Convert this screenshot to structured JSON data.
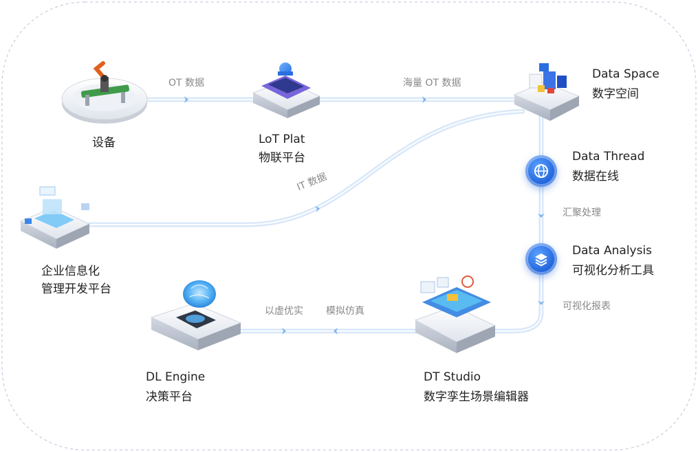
{
  "nodes": {
    "device": {
      "label": "设备",
      "icon": "robot-arm-platform-icon"
    },
    "lot": {
      "title": "LoT Plat",
      "subtitle": "物联平台",
      "icon": "iot-chip-platform-icon"
    },
    "space": {
      "title": "Data Space",
      "subtitle": "数字空间",
      "icon": "data-cube-platform-icon"
    },
    "thread": {
      "title": "Data Thread",
      "subtitle": "数据在线",
      "icon": "globe-icon"
    },
    "analysis": {
      "title": "Data Analysis",
      "subtitle": "可视化分析工具",
      "icon": "layers-icon"
    },
    "enterprise": {
      "line1": "企业信息化",
      "line2": "管理开发平台",
      "icon": "server-stack-platform-icon"
    },
    "dl": {
      "title": "DL Engine",
      "subtitle": "决策平台",
      "icon": "brain-platform-icon"
    },
    "dt": {
      "title": "DT Studio",
      "subtitle": "数字孪生场景编辑器",
      "icon": "dashboard-platform-icon"
    }
  },
  "edges": {
    "ot": "OT 数据",
    "mass_ot": "海量 OT 数据",
    "it": "IT  数据",
    "aggregate": "汇聚处理",
    "report": "可视化报表",
    "virtual_real": "以虚优实",
    "simulate": "模拟仿真"
  },
  "colors": {
    "border": "#b9c3d6",
    "flow_line": "#d7e6f8",
    "accent": "#1b5fd8"
  }
}
